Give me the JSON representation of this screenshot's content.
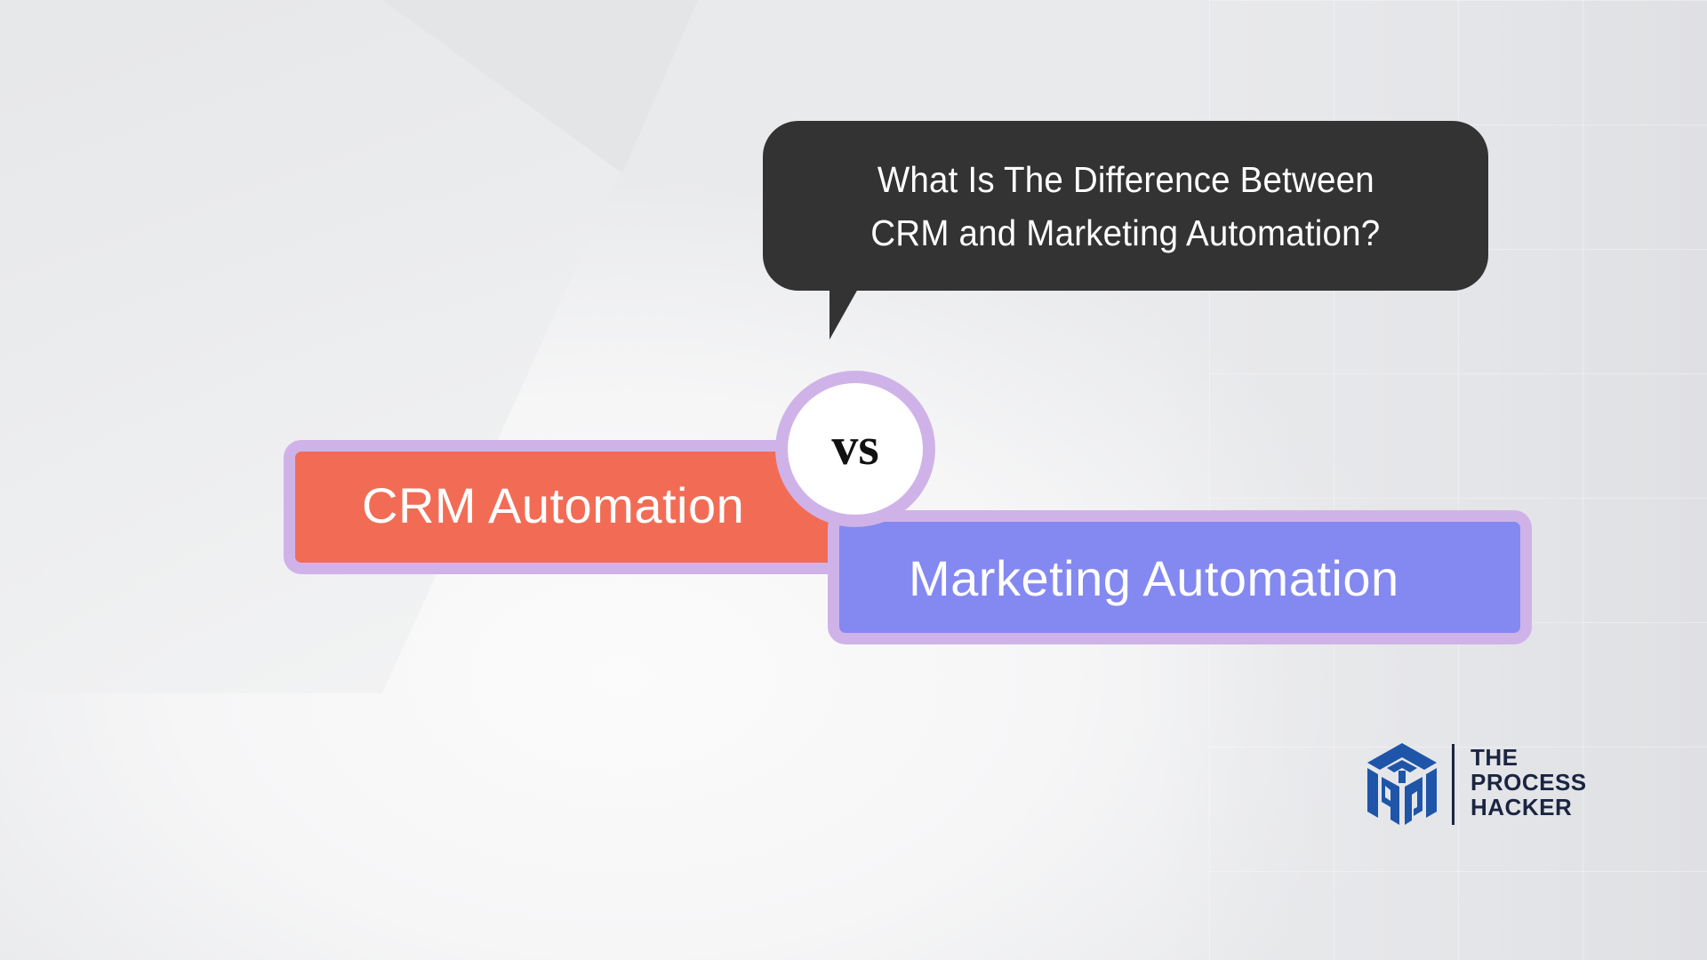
{
  "speech_bubble": {
    "line1": "What Is The Difference Between",
    "line2": "CRM and Marketing Automation?"
  },
  "comparison": {
    "left_label": "CRM Automation",
    "vs_label": "vs",
    "right_label": "Marketing Automation"
  },
  "logo": {
    "line1": "THE",
    "line2": "PROCESS",
    "line3": "HACKER",
    "icon": "cube-logo-icon"
  },
  "colors": {
    "bubble_bg": "#333333",
    "crm_fill": "#f26c55",
    "marketing_fill": "#8389f0",
    "outline_lavender": "#cfb3e8",
    "logo_blue": "#1f55a8",
    "logo_navy": "#1b2542"
  }
}
